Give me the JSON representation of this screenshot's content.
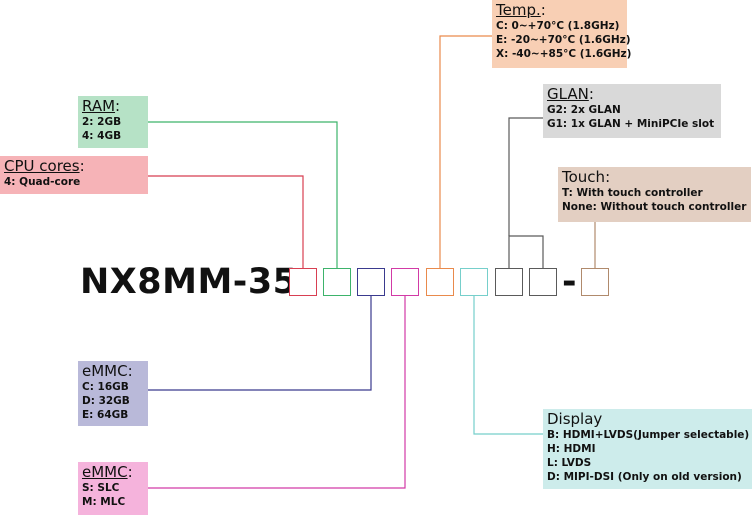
{
  "model": "NX8MM-35-",
  "separator": "-",
  "legends": {
    "temp": {
      "title": "Temp.",
      "suffix": ":",
      "color": "#f8cfb4",
      "line": "#e98a4c",
      "options": [
        "C: 0~+70°C (1.8GHz)",
        "E: -20~+70°C (1.6GHz)",
        "X: -40~+85°C (1.6GHz)"
      ]
    },
    "ram": {
      "title": "RAM",
      "suffix": ":",
      "color": "#b6e2c6",
      "line": "#3db36b",
      "options": [
        "2: 2GB",
        "4: 4GB"
      ]
    },
    "cpu": {
      "title": "CPU cores",
      "suffix": ":",
      "color": "#f6b3b7",
      "line": "#d83f52",
      "options": [
        "4: Quad-core"
      ]
    },
    "glan": {
      "title": "GLAN",
      "suffix": ":",
      "color": "#d9d9d9",
      "line": "#5a5a5a",
      "options": [
        "G2: 2x GLAN",
        "G1: 1x GLAN + MiniPCIe slot"
      ]
    },
    "touch": {
      "title": "Touch",
      "suffix": ":",
      "color": "#e3cfc2",
      "line": "#b08a6c",
      "options": [
        "T: With touch controller",
        "None: Without touch controller"
      ]
    },
    "emmc_size": {
      "title": "eMMC",
      "suffix": ":",
      "color": "#b9b9d9",
      "line": "#3a3a8e",
      "options": [
        "C: 16GB",
        "D: 32GB",
        "E: 64GB"
      ]
    },
    "emmc_type": {
      "title": "eMMC",
      "suffix": ":",
      "color": "#f5b3dc",
      "line": "#d23aa6",
      "options": [
        "S: SLC",
        "M: MLC"
      ]
    },
    "display": {
      "title": "Display",
      "suffix": "",
      "color": "#cdeceb",
      "line": "#76cfcb",
      "options": [
        "B: HDMI+LVDS(Jumper selectable)",
        "H: HDMI",
        "L: LVDS",
        "D: MIPI-DSI (Only on old version)"
      ]
    }
  },
  "slot_colors": [
    "#d83f52",
    "#3db36b",
    "#3a3a8e",
    "#d23aa6",
    "#e98a4c",
    "#76cfcb",
    "#5a5a5a",
    "#5a5a5a",
    "#b08a6c"
  ]
}
